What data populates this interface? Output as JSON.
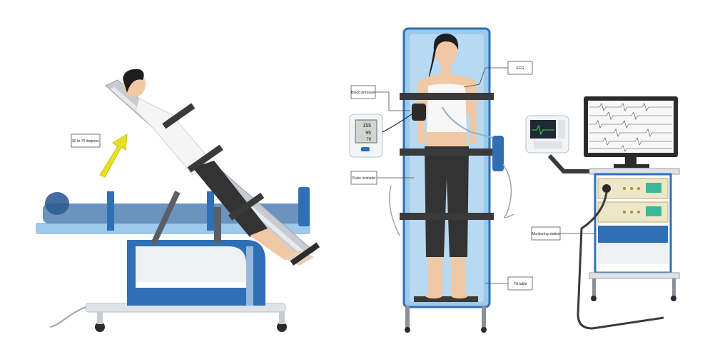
{
  "callouts": {
    "tilt_angle": "50 to 70 degrees",
    "blood_pressure": "Blood pressure",
    "ecg": "ECG",
    "pulse_oximeter": "Pulse oximeter",
    "monitoring_station": "Monitoring station",
    "tilt_table": "Tilt table"
  },
  "devices": {
    "bp_monitor_readings": [
      "155",
      "95",
      "70"
    ]
  },
  "colors": {
    "table_blue": "#2f6fb6",
    "table_light": "#9cc9ec",
    "patient_shadow": "#3a6fa8",
    "arrow_yellow": "#e8e020",
    "frame_gray": "#c8ccd2",
    "skin": "#f0c9a4",
    "legging": "#333333"
  }
}
